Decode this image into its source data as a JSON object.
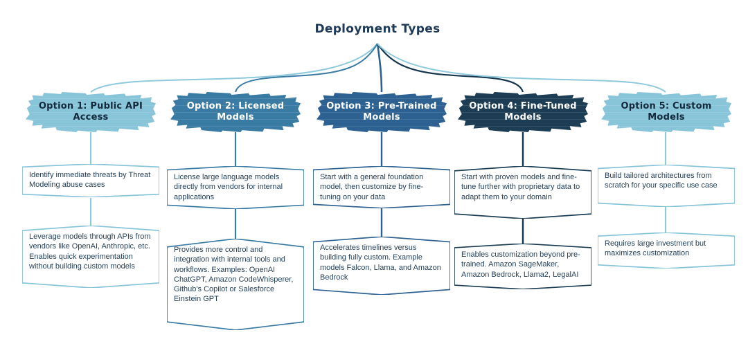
{
  "diagram": {
    "title": "Deployment Types",
    "colors": {
      "light_blue": "#89c5d9",
      "mid_blue": "#3a7ba4",
      "deep_blue": "#2d6191",
      "navy": "#1c3d54",
      "text_dark": "#27425a",
      "title_color": "#1e3a56"
    },
    "options": [
      {
        "label": "Option 1:  Public API Access",
        "color": "#89c5d9",
        "details": [
          "Identify immediate threats by Threat Modeling abuse cases",
          "Leverage models through APIs from vendors like OpenAI, Anthropic, etc. Enables quick experimentation without building custom models"
        ]
      },
      {
        "label": "Option 2:  Licensed Models",
        "color": "#3a7ba4",
        "details": [
          "License large language models directly from vendors for internal applications",
          "Provides more control and integration with internal tools and workflows. Examples: OpenAI ChatGPT, Amazon CodeWhisperer, Github's Copilot or Salesforce Einstein GPT"
        ]
      },
      {
        "label": "Option 3:  Pre-Trained Models",
        "color": "#2d6191",
        "details": [
          "Start with a general foundation model, then customize by fine-tuning on your data",
          "Accelerates timelines versus building fully custom. Example models Falcon, Llama, and Amazon Bedrock"
        ]
      },
      {
        "label": "Option 4:  Fine-Tuned Models",
        "color": "#1c3d54",
        "details": [
          "Start with proven models and fine-tune further with proprietary data to adapt them to your domain",
          "Enables customization beyond pre-trained. Amazon SageMaker, Amazon Bedrock, Llama2, LegalAI"
        ]
      },
      {
        "label": "Option 5: Custom Models",
        "color": "#89c5d9",
        "details": [
          "Build tailored architectures from scratch for your specific use case",
          "Requires large investment but maximizes customization"
        ]
      }
    ]
  }
}
